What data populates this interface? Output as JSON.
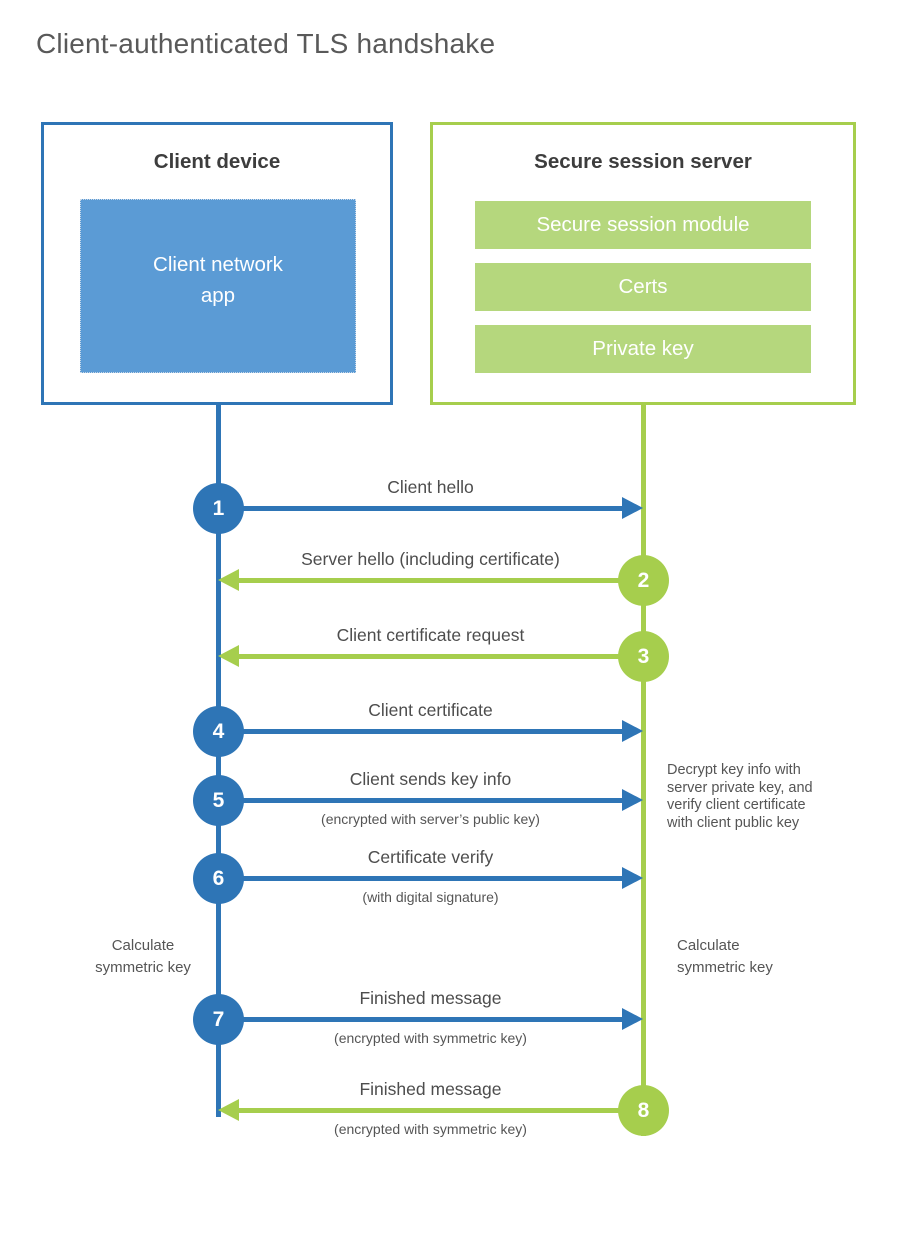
{
  "title": "Client-authenticated TLS handshake",
  "colors": {
    "client_blue": "#2e75b6",
    "client_fill_blue": "#5b9bd5",
    "server_green": "#a6ce4d",
    "server_fill_green": "#b5d77d",
    "text_gray": "#4d4d4d"
  },
  "client": {
    "title": "Client device",
    "module": "Client network\napp"
  },
  "server": {
    "title": "Secure session server",
    "modules": [
      "Secure session module",
      "Certs",
      "Private key"
    ]
  },
  "steps": [
    {
      "num": "1",
      "label": "Client hello",
      "direction": "client-to-server"
    },
    {
      "num": "2",
      "label": "Server hello (including certificate)",
      "direction": "server-to-client"
    },
    {
      "num": "3",
      "label": "Client certificate request",
      "direction": "server-to-client"
    },
    {
      "num": "4",
      "label": "Client certificate",
      "direction": "client-to-server"
    },
    {
      "num": "5",
      "label": "Client sends key info",
      "sub": "(encrypted with server’s public key)",
      "direction": "client-to-server"
    },
    {
      "num": "6",
      "label": "Certificate verify",
      "sub": "(with digital signature)",
      "direction": "client-to-server"
    },
    {
      "num": "7",
      "label": "Finished message",
      "sub": "(encrypted with symmetric key)",
      "direction": "client-to-server"
    },
    {
      "num": "8",
      "label": "Finished message",
      "sub": "(encrypted with symmetric key)",
      "direction": "server-to-client"
    }
  ],
  "notes": {
    "decrypt": "Decrypt key info with\nserver private key, and\nverify client certificate\nwith client public key",
    "calc_left": "Calculate\nsymmetric key",
    "calc_right": "Calculate\nsymmetric key"
  }
}
